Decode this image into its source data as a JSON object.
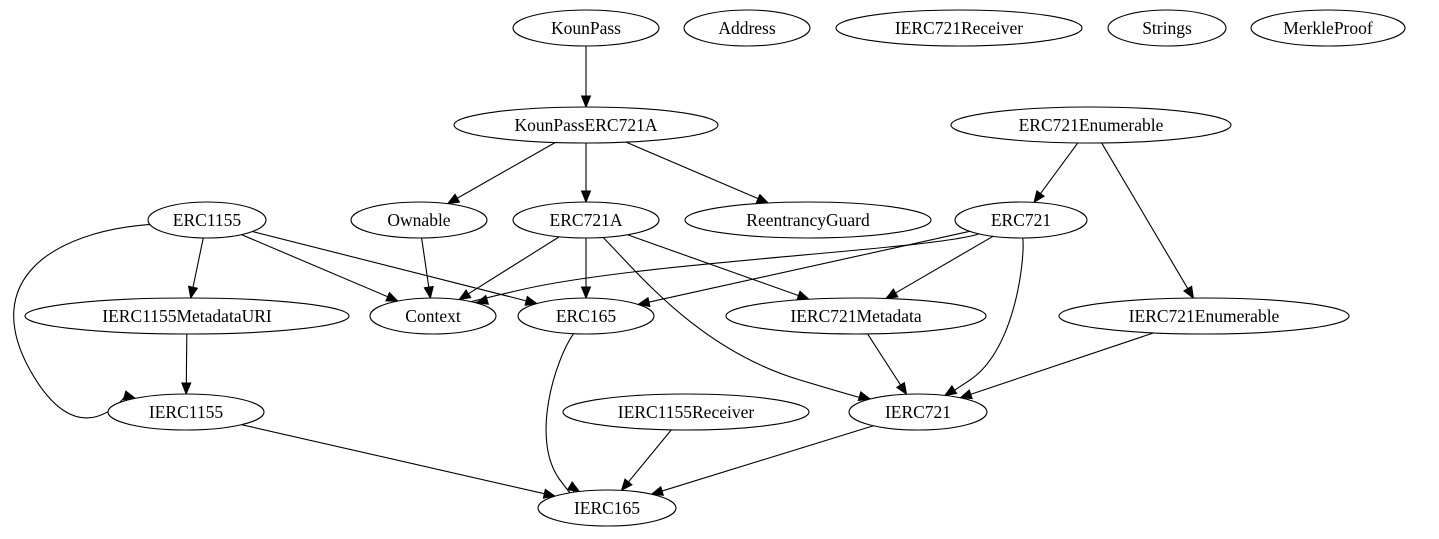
{
  "diagram": {
    "type": "directed-graph",
    "nodes": [
      {
        "id": "KounPass",
        "label": "KounPass"
      },
      {
        "id": "Address",
        "label": "Address"
      },
      {
        "id": "IERC721Receiver",
        "label": "IERC721Receiver"
      },
      {
        "id": "Strings",
        "label": "Strings"
      },
      {
        "id": "MerkleProof",
        "label": "MerkleProof"
      },
      {
        "id": "KounPassERC721A",
        "label": "KounPassERC721A"
      },
      {
        "id": "ERC721Enumerable",
        "label": "ERC721Enumerable"
      },
      {
        "id": "ERC1155",
        "label": "ERC1155"
      },
      {
        "id": "Ownable",
        "label": "Ownable"
      },
      {
        "id": "ERC721A",
        "label": "ERC721A"
      },
      {
        "id": "ReentrancyGuard",
        "label": "ReentrancyGuard"
      },
      {
        "id": "ERC721",
        "label": "ERC721"
      },
      {
        "id": "IERC1155MetadataURI",
        "label": "IERC1155MetadataURI"
      },
      {
        "id": "Context",
        "label": "Context"
      },
      {
        "id": "ERC165",
        "label": "ERC165"
      },
      {
        "id": "IERC721Metadata",
        "label": "IERC721Metadata"
      },
      {
        "id": "IERC721Enumerable",
        "label": "IERC721Enumerable"
      },
      {
        "id": "IERC1155",
        "label": "IERC1155"
      },
      {
        "id": "IERC1155Receiver",
        "label": "IERC1155Receiver"
      },
      {
        "id": "IERC721",
        "label": "IERC721"
      },
      {
        "id": "IERC165",
        "label": "IERC165"
      }
    ],
    "edges": [
      {
        "from": "KounPass",
        "to": "KounPassERC721A"
      },
      {
        "from": "KounPassERC721A",
        "to": "Ownable"
      },
      {
        "from": "KounPassERC721A",
        "to": "ERC721A"
      },
      {
        "from": "KounPassERC721A",
        "to": "ReentrancyGuard"
      },
      {
        "from": "ERC721Enumerable",
        "to": "ERC721"
      },
      {
        "from": "ERC721Enumerable",
        "to": "IERC721Enumerable"
      },
      {
        "from": "ERC1155",
        "to": "IERC1155MetadataURI"
      },
      {
        "from": "ERC1155",
        "to": "Context"
      },
      {
        "from": "ERC1155",
        "to": "ERC165"
      },
      {
        "from": "ERC1155",
        "to": "IERC1155"
      },
      {
        "from": "Ownable",
        "to": "Context"
      },
      {
        "from": "ERC721A",
        "to": "Context"
      },
      {
        "from": "ERC721A",
        "to": "ERC165"
      },
      {
        "from": "ERC721A",
        "to": "IERC721Metadata"
      },
      {
        "from": "ERC721A",
        "to": "IERC721"
      },
      {
        "from": "ERC721",
        "to": "Context"
      },
      {
        "from": "ERC721",
        "to": "ERC165"
      },
      {
        "from": "ERC721",
        "to": "IERC721Metadata"
      },
      {
        "from": "ERC721",
        "to": "IERC721"
      },
      {
        "from": "IERC1155MetadataURI",
        "to": "IERC1155"
      },
      {
        "from": "ERC165",
        "to": "IERC165"
      },
      {
        "from": "IERC721Metadata",
        "to": "IERC721"
      },
      {
        "from": "IERC721Enumerable",
        "to": "IERC721"
      },
      {
        "from": "IERC1155",
        "to": "IERC165"
      },
      {
        "from": "IERC1155Receiver",
        "to": "IERC165"
      },
      {
        "from": "IERC721",
        "to": "IERC165"
      }
    ]
  }
}
